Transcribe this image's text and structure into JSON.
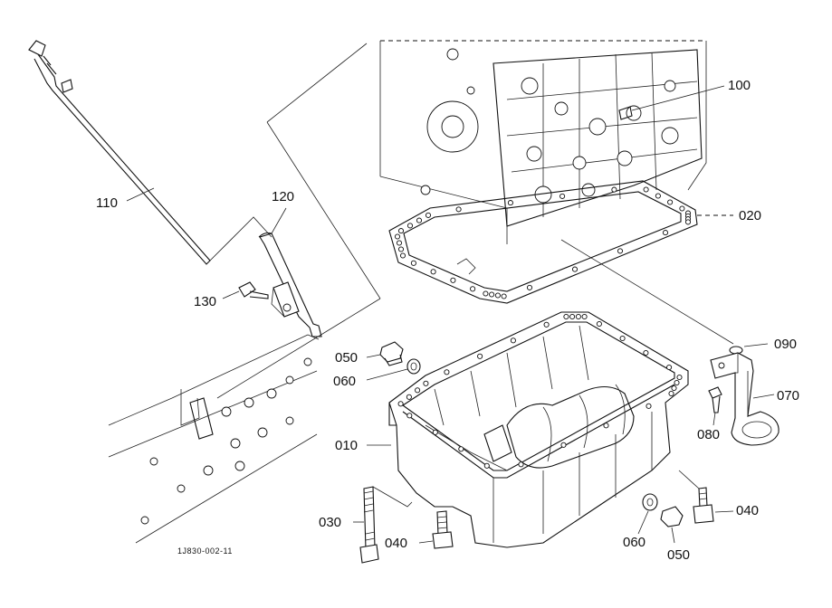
{
  "diagram": {
    "drawing_code": "1J830-002-11",
    "parts": [
      {
        "id": "p100",
        "label": "100"
      },
      {
        "id": "p020",
        "label": "020"
      },
      {
        "id": "p110",
        "label": "110"
      },
      {
        "id": "p120",
        "label": "120"
      },
      {
        "id": "p130",
        "label": "130"
      },
      {
        "id": "p090",
        "label": "090"
      },
      {
        "id": "p070",
        "label": "070"
      },
      {
        "id": "p080",
        "label": "080"
      },
      {
        "id": "p050a",
        "label": "050"
      },
      {
        "id": "p060a",
        "label": "060"
      },
      {
        "id": "p010",
        "label": "010"
      },
      {
        "id": "p030",
        "label": "030"
      },
      {
        "id": "p040a",
        "label": "040"
      },
      {
        "id": "p040b",
        "label": "040"
      },
      {
        "id": "p060b",
        "label": "060"
      },
      {
        "id": "p050b",
        "label": "050"
      }
    ]
  }
}
